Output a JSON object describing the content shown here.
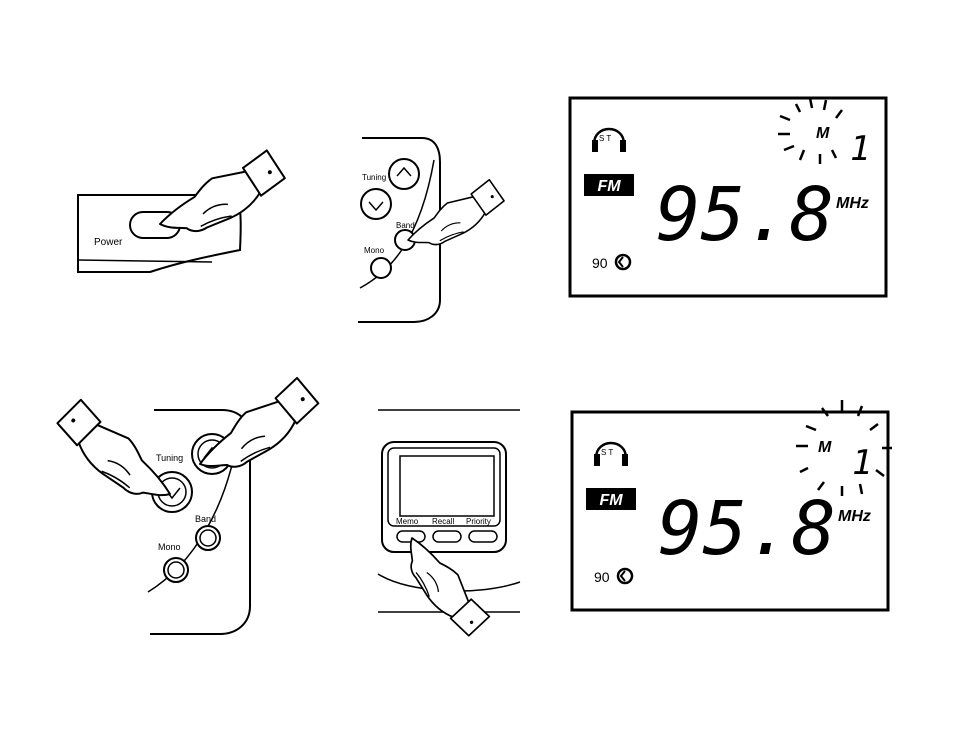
{
  "panel1": {
    "power_label": "Power"
  },
  "panel2": {
    "tuning_label": "Tuning",
    "band_label": "Band",
    "mono_label": "Mono"
  },
  "display1": {
    "band": "FM",
    "frequency": "95.8",
    "unit": "MHz",
    "memory_marker": "M",
    "memory_number": "1",
    "stereo_indicator": "S T",
    "timer_value": "90"
  },
  "panel4": {
    "tuning_label": "Tuning",
    "band_label": "Band",
    "mono_label": "Mono"
  },
  "panel5": {
    "memo_label": "Memo",
    "recall_label": "Recall",
    "priority_label": "Priority"
  },
  "display2": {
    "band": "FM",
    "frequency": "95.8",
    "unit": "MHz",
    "memory_marker": "M",
    "memory_number": "1",
    "stereo_indicator": "S T",
    "timer_value": "90"
  }
}
